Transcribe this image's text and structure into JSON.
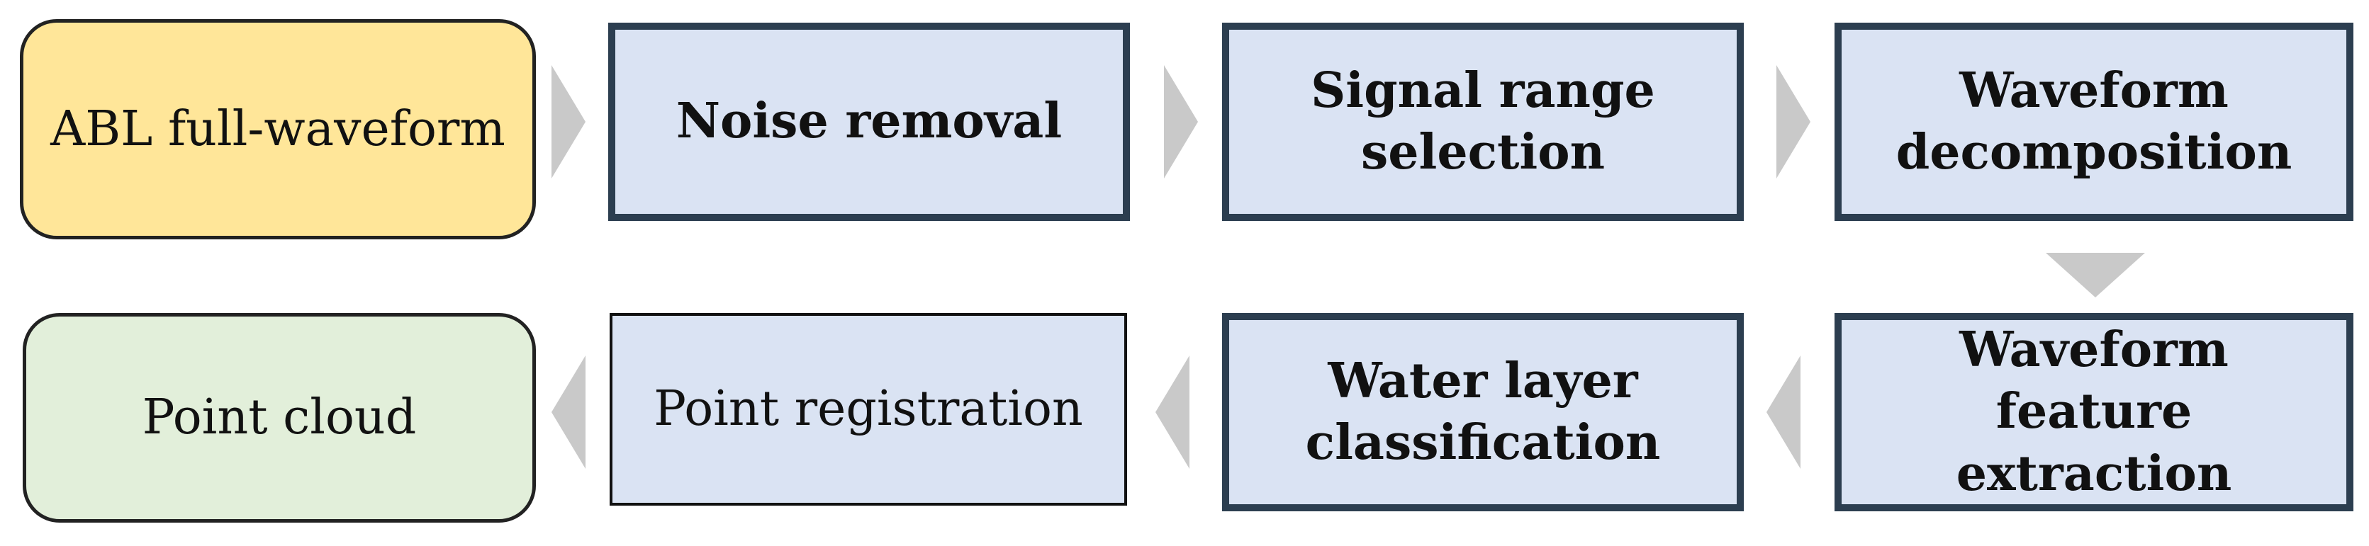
{
  "nodes": {
    "input": "ABL full-waveform",
    "noise_removal": "Noise removal",
    "signal_range": "Signal range\nselection",
    "decomposition": "Waveform\ndecomposition",
    "feature_extraction": "Waveform feature\nextraction",
    "water_layer": "Water layer\nclassification",
    "registration": "Point registration",
    "output": "Point cloud"
  },
  "colors": {
    "input_fill": "#ffe699",
    "output_fill": "#e2efda",
    "step_fill": "#dae3f3",
    "step_border": "#2c3e50",
    "arrow": "#c9c9c9"
  }
}
